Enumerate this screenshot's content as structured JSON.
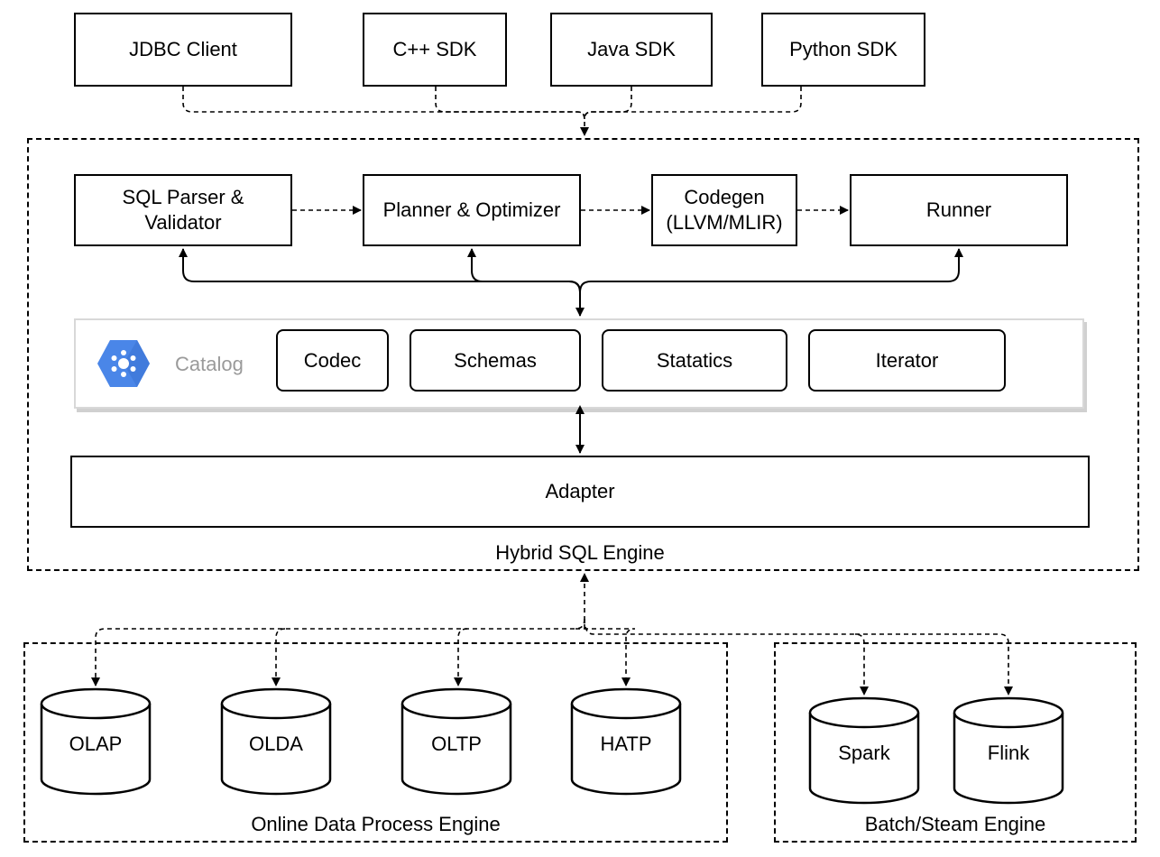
{
  "clients": {
    "jdbc": "JDBC Client",
    "cpp": "C++ SDK",
    "java": "Java SDK",
    "python": "Python SDK"
  },
  "engine": {
    "title": "Hybrid SQL Engine",
    "sql_parser": "SQL Parser & Validator",
    "planner": "Planner & Optimizer",
    "codegen": "Codegen (LLVM/MLIR)",
    "runner": "Runner",
    "catalog": {
      "label": "Catalog",
      "icon": "hexagon-catalog-icon",
      "icon_color": "#4a86e8",
      "items": [
        "Codec",
        "Schemas",
        "Statatics",
        "Iterator"
      ]
    },
    "adapter": "Adapter"
  },
  "online": {
    "title": "Online Data Process Engine",
    "stores": [
      "OLAP",
      "OLDA",
      "OLTP",
      "HATP"
    ]
  },
  "batch": {
    "title": "Batch/Steam Engine",
    "stores": [
      "Spark",
      "Flink"
    ]
  }
}
